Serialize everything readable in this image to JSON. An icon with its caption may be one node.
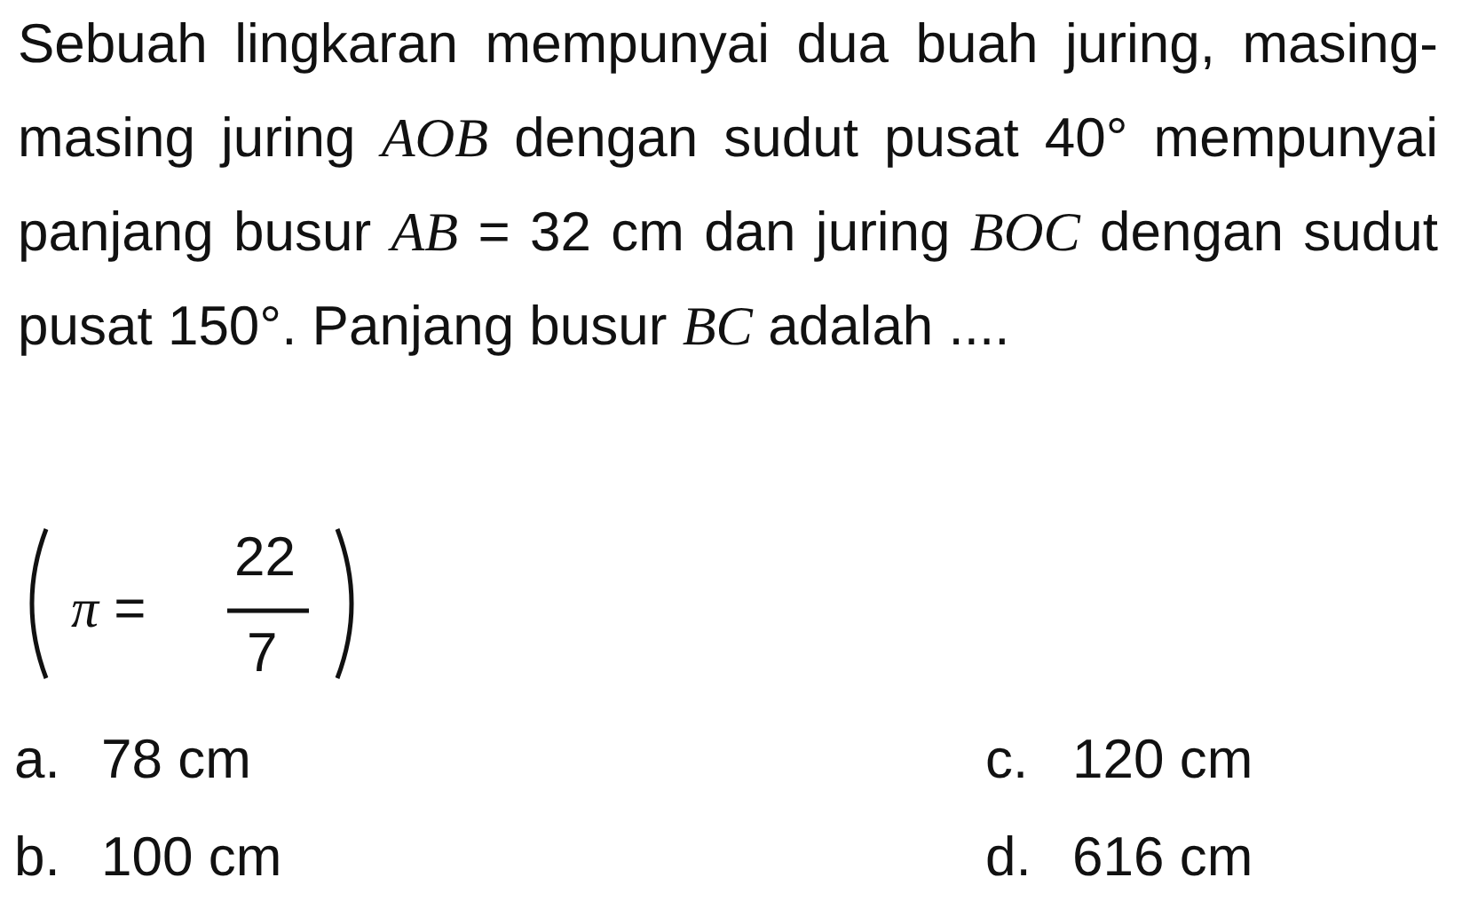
{
  "diagram": {
    "labels": [
      "Sebuah lingkaran mempunyai dua buah juring, masing-masing juring *AOB* dengan sudut pusat 40° mempunyai panjang busur *AB* = 32 cm dan juring *BOC* dengan sudut pusat 150°. Panjang busur *BC* adalah ....",
      "*π* =",
      "22",
      "7",
      "a.",
      "78 cm",
      "c.",
      "120 cm",
      "b.",
      "100 cm",
      "d.",
      "616 cm"
    ]
  }
}
